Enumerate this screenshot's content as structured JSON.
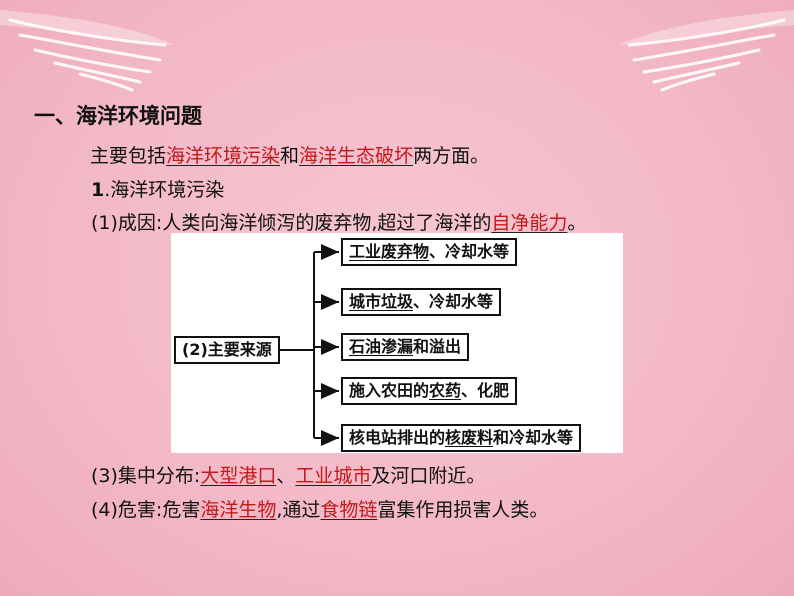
{
  "heading": "一、海洋环境问题",
  "intro": {
    "prefix": "主要包括",
    "term1": "海洋环境污染",
    "mid": "和",
    "term2": "海洋生态破坏",
    "suffix": "两方面。"
  },
  "section1": {
    "number": "1",
    "title": ".海洋环境污染"
  },
  "cause": {
    "prefix": "(1)成因:人类向海洋倾泻的废弃物,超过了海洋的",
    "term": "自净能力",
    "suffix": "。"
  },
  "diagram": {
    "source_label": "(2)主要来源",
    "items": [
      {
        "u": "工业废弃物",
        "rest": "、冷却水等"
      },
      {
        "u": "城市垃圾",
        "rest": "、冷却水等"
      },
      {
        "u": "石油渗漏",
        "rest": "和溢出"
      },
      {
        "pre": "施入农田的",
        "u": "农药",
        "rest": "、化肥"
      },
      {
        "pre": "核电站排出的",
        "u": "核废料",
        "rest": "和冷却水等"
      }
    ]
  },
  "distribution": {
    "prefix": "(3)集中分布:",
    "term1": "大型港口",
    "mid": "、",
    "term2": "工业城市",
    "suffix": "及河口附近。"
  },
  "harm": {
    "prefix": "(4)危害:危害",
    "term1": "海洋生物",
    "mid": ",通过",
    "term2": "食物链",
    "suffix": "富集作用损害人类。"
  }
}
